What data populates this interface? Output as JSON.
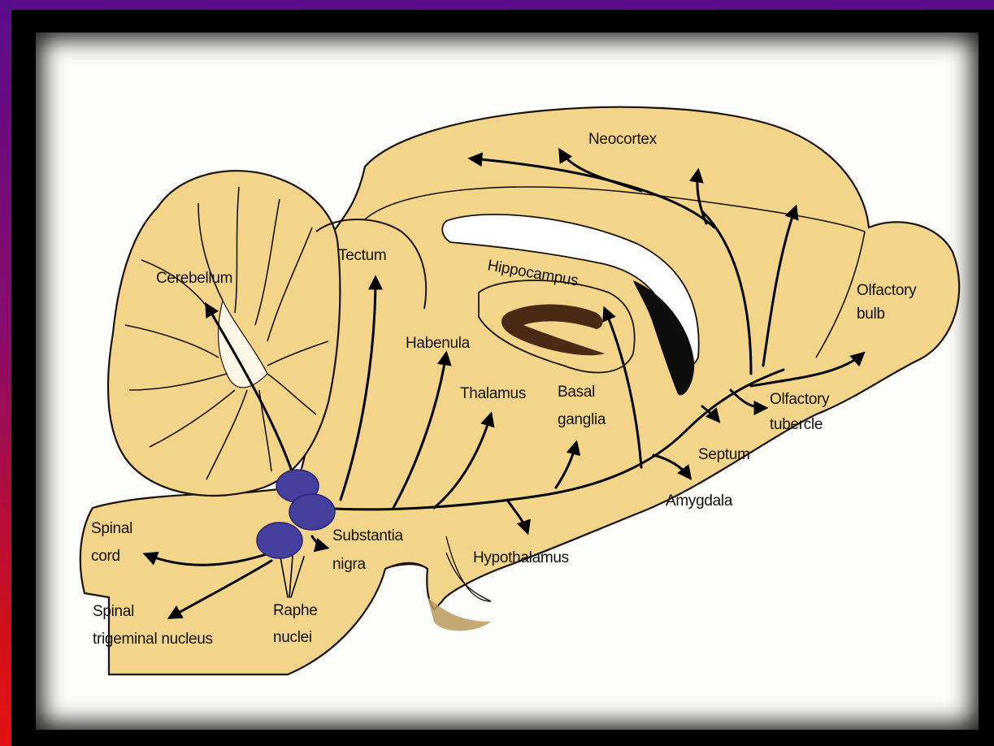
{
  "colors": {
    "tissue": "#f2d58a",
    "outline": "#1a1209",
    "raphe": "#45409c",
    "ventricle": "#ffffff",
    "hippocampus_fold": "#4a2a14",
    "fiber": "#000000"
  },
  "labels": {
    "neocortex": "Neocortex",
    "cerebellum": "Cerebellum",
    "tectum": "Tectum",
    "hippocampus": "Hippocampus",
    "olfactory_bulb": [
      "Olfactory",
      "bulb"
    ],
    "habenula": "Habenula",
    "thalamus": "Thalamus",
    "basal_ganglia": [
      "Basal",
      "ganglia"
    ],
    "olfactory_tubercle": [
      "Olfactory",
      "tubercle"
    ],
    "septum": "Septum",
    "amygdala": "Amygdala",
    "spinal_cord": [
      "Spinal",
      "cord"
    ],
    "substantia_nigra": [
      "Substantia",
      "nigra"
    ],
    "hypothalamus": "Hypothalamus",
    "spinal_trigeminal_nucleus": [
      "Spinal",
      "trigeminal nucleus"
    ],
    "raphe_nuclei": [
      "Raphe",
      "nuclei"
    ]
  }
}
